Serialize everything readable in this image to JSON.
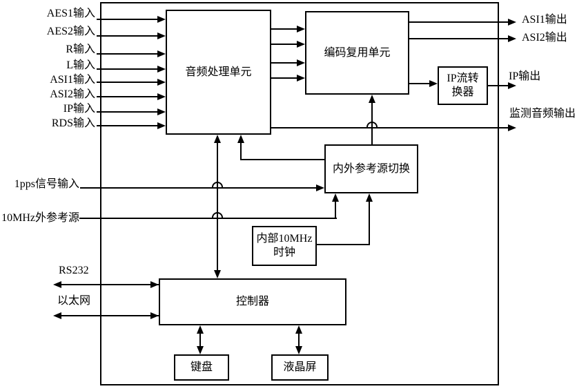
{
  "diagram": {
    "background": "#ffffff",
    "line_color": "#000000",
    "blocks": {
      "audio": "音频处理单元",
      "encoder": "编码复用单元",
      "ip_converter": "IP流转\n换器",
      "ref_switch": "内外参考源切换",
      "internal_clock": "内部10MHz\n时钟",
      "controller": "控制器",
      "keyboard": "键盘",
      "lcd": "液晶屏"
    },
    "inputs": [
      "AES1输入",
      "AES2输入",
      "R输入",
      "L输入",
      "ASI1输入",
      "ASI2输入",
      "IP输入",
      "RDS输入"
    ],
    "outputs": [
      "ASI1输出",
      "ASI2输出",
      "IP输出",
      "监测音频输出"
    ],
    "reference_inputs": [
      "1pps信号输入",
      "10MHz外参考源"
    ],
    "control_interfaces": [
      "RS232",
      "以太网"
    ]
  }
}
